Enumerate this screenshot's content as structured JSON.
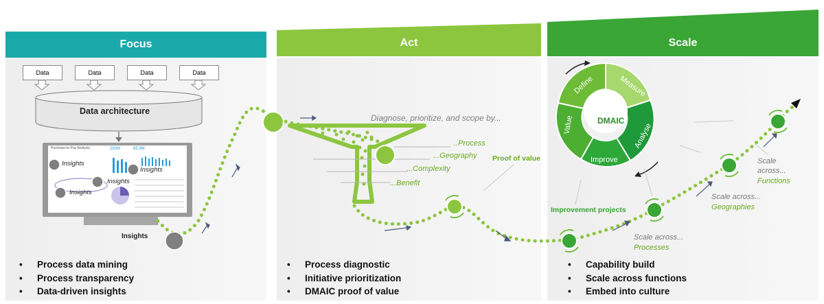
{
  "focus": {
    "title": "Focus",
    "data_sources": [
      "Data",
      "Data",
      "Data",
      "Data"
    ],
    "architecture_label": "Data architecture",
    "dashboard_title": "Purchase-to-Pay Analysis",
    "dashboard_kpis": [
      "250M",
      "65.9M"
    ],
    "insight_labels": [
      "Insights",
      "Insights",
      "Insights",
      "Insights"
    ],
    "insights_label": "Insights",
    "bullets": [
      "Process data mining",
      "Process transparency",
      "Data-driven insights"
    ]
  },
  "act": {
    "title": "Act",
    "diagnose_text": "Diagnose, prioritize, and scope by...",
    "funnel_labels": [
      "..Process",
      "...Geography",
      "...Complexity",
      "...Benefit"
    ],
    "proof_label": "Proof of value",
    "bullets": [
      "Process diagnostic",
      "Initiative prioritization",
      "DMAIC proof of value"
    ]
  },
  "scale": {
    "title": "Scale",
    "dmaic_center": "DMAIC",
    "dmaic_segments": [
      "Define",
      "Measure",
      "Analyse",
      "Improve",
      "Value"
    ],
    "improvement_label": "Improvement projects",
    "scale_steps": [
      {
        "prefix": "Scale across...",
        "target": "Processes"
      },
      {
        "prefix": "Scale across...",
        "target": "Geographies"
      },
      {
        "prefix": "Scale across...",
        "target": "Functions"
      }
    ],
    "bullets": [
      "Capability build",
      "Scale across functions",
      "Embed into culture"
    ]
  },
  "colors": {
    "focus": "#1aa9a9",
    "act": "#8cc63f",
    "scale": "#3aa635",
    "dmaic_light": "#a7d86e",
    "dmaic_mid": "#6dbb36",
    "dmaic_dark": "#1f9a3a",
    "path_dot": "#8cc63f",
    "gray_node": "#808080"
  }
}
